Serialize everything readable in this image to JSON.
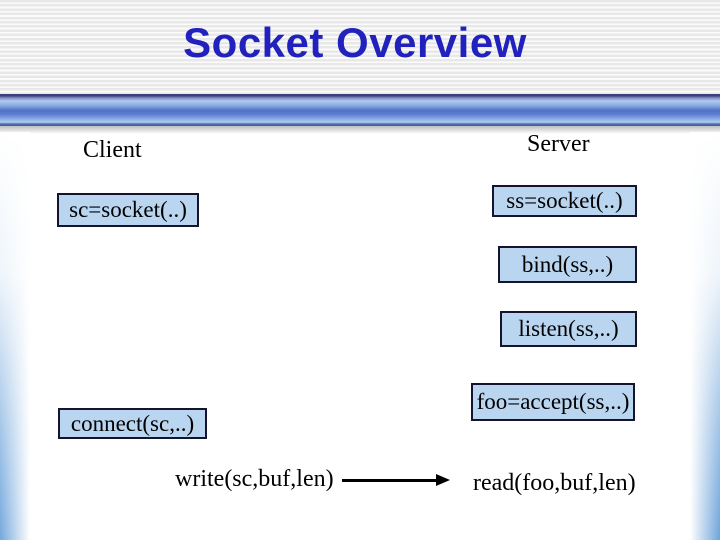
{
  "title": "Socket Overview",
  "client": {
    "label": "Client",
    "socket_box": "sc=socket(..)",
    "connect_box": "connect(sc,..)",
    "write_call": "write(sc,buf,len)"
  },
  "server": {
    "label": "Server",
    "socket_box": "ss=socket(..)",
    "bind_box": "bind(ss,..)",
    "listen_box": "listen(ss,..)",
    "accept_box": "foo=accept(ss,..)",
    "read_call": "read(foo,buf,len)"
  },
  "arrow": {
    "from": "write(sc,buf,len)",
    "to": "read(foo,buf,len)",
    "direction": "right"
  },
  "colors": {
    "title_text": "#2121bd",
    "box_fill": "#b9d5f0",
    "box_border": "#14142e",
    "bar_blue_dark": "#40407c",
    "bar_blue_mid": "#5070c6",
    "bar_blue_light": "#aecbf0",
    "edge_blue": "#74a8dc"
  }
}
